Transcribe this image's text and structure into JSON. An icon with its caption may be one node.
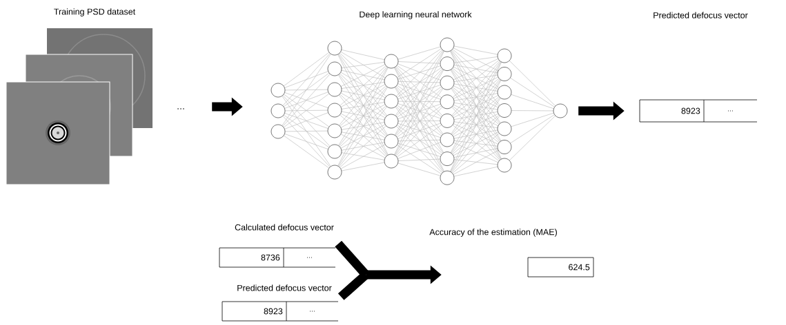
{
  "diagram": {
    "nodes": [
      {
        "text": [
          "Training PSD dataset"
        ],
        "beside": [
          "…"
        ]
      },
      {
        "text": [
          "Deep learning neural network"
        ]
      },
      {
        "text": [
          "8923",
          "…"
        ]
      },
      {
        "text": [
          "Calculated defocus vector",
          "8736",
          "…"
        ]
      },
      {
        "text": [
          "Predicted defocus vector",
          "8923",
          "…"
        ]
      },
      {
        "text": [
          "Accuracy of the estimation (MAE)",
          "624.5"
        ]
      }
    ],
    "edges": [
      {
        "from": 0,
        "to": 1,
        "arrow": "to"
      },
      {
        "from": 1,
        "to": 2,
        "arrow": "to"
      },
      {
        "from": 3,
        "to": 5,
        "arrow": "to"
      },
      {
        "from": 4,
        "to": 5,
        "arrow": "to"
      }
    ],
    "labels": [
      "Predicted defocus vector"
    ]
  }
}
